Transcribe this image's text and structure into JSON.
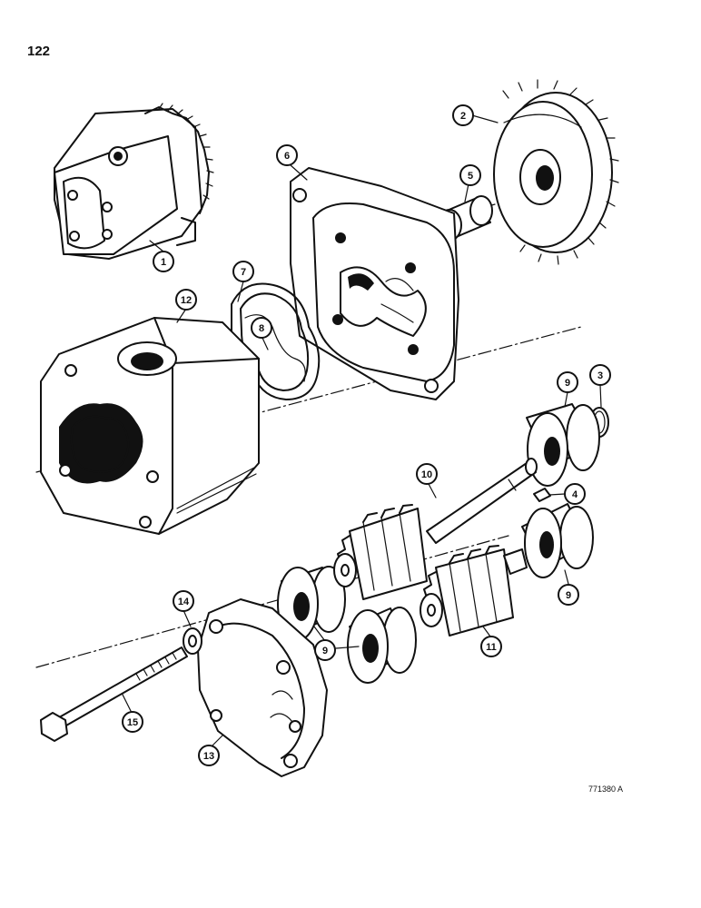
{
  "page_number": "122",
  "reference_code": "771380 A",
  "callouts": {
    "c1": "1",
    "c2": "2",
    "c3": "3",
    "c4": "4",
    "c5": "5",
    "c6": "6",
    "c7": "7",
    "c8": "8",
    "c9a": "9",
    "c9b": "9",
    "c9c": "9",
    "c10": "10",
    "c11": "11",
    "c12": "12",
    "c13": "13",
    "c14": "14",
    "c15": "15"
  }
}
